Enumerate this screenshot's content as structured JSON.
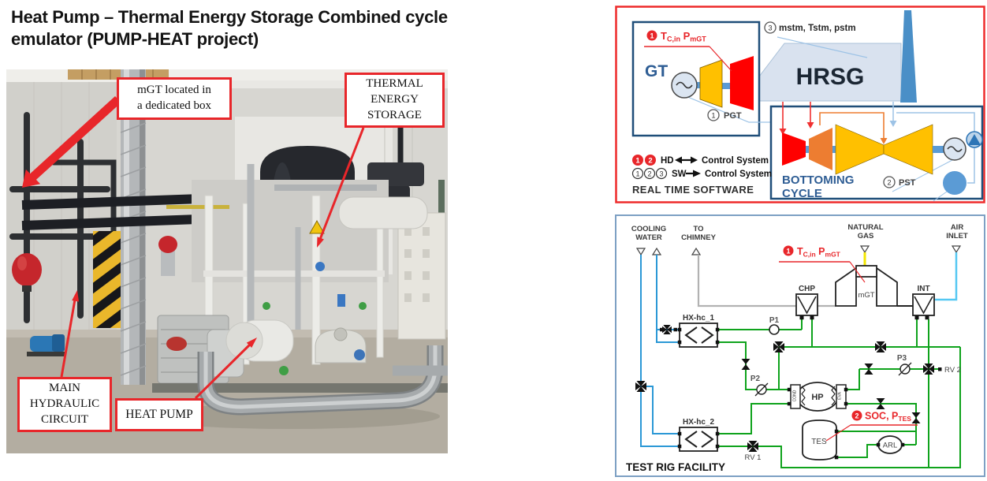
{
  "title": {
    "line1": "Heat Pump – Thermal Energy Storage  Combined cycle",
    "line2": "emulator (PUMP-HEAT project)"
  },
  "photo": {
    "callout_mgt_line1": "mGT located in",
    "callout_mgt_line2": "a dedicated box",
    "callout_tes_line1": "THERMAL",
    "callout_tes_line2": "ENERGY",
    "callout_tes_line3": "STORAGE",
    "callout_mhc_line1": "MAIN",
    "callout_mhc_line2": "HYDRAULIC",
    "callout_mhc_line3": "CIRCUIT",
    "callout_hp": "HEAT PUMP"
  },
  "rts": {
    "gt": "GT",
    "hrsg": "HRSG",
    "bottoming_line1": "BOTTOMING",
    "bottoming_line2": "CYCLE",
    "sensor1_num": "1",
    "sensor1_t": "T",
    "sensor1_t_sub": "C,in",
    "sensor1_p": " P",
    "sensor1_p_sub": "mGT",
    "pgt_num": "1",
    "pgt": "PGT",
    "pst_num": "2",
    "pst": "PST",
    "steam_num": "3",
    "steam": "mstm, Tstm, pstm",
    "legend_hd_n1": "1",
    "legend_hd_n2": "2",
    "legend_hd": "HD",
    "legend_hd_target": "Control System",
    "legend_sw_n1": "1",
    "legend_sw_n2": "2",
    "legend_sw_n3": "3",
    "legend_sw": "SW",
    "legend_sw_target": "Control System",
    "footer": "REAL TIME SOFTWARE"
  },
  "rig": {
    "title": "TEST RIG FACILITY",
    "cooling_water_line1": "COOLING",
    "cooling_water_line2": "WATER",
    "to_chimney_line1": "TO",
    "to_chimney_line2": "CHIMNEY",
    "natural_gas_line1": "NATURAL",
    "natural_gas_line2": "GAS",
    "air_inlet_line1": "AIR",
    "air_inlet_line2": "INLET",
    "chp": "CHP",
    "mgt": "mGT",
    "int": "INT",
    "hx1": "HX-hc_1",
    "hx2": "HX-hc_2",
    "p1": "P1",
    "p2": "P2",
    "p3": "P3",
    "rv1": "RV 1",
    "rv2": "RV 2",
    "hp": "HP",
    "cond": "COND",
    "eva": "EVA",
    "tes": "TES",
    "arl": "ARL",
    "sensor1_num": "1",
    "sensor1_t": "T",
    "sensor1_t_sub": "C,in",
    "sensor1_p": " P",
    "sensor1_p_sub": "mGT",
    "sensor2_num": "2",
    "sensor2_label": "SOC, P",
    "sensor2_sub": "TES"
  },
  "colors": {
    "annotation_red": "#e8262a",
    "navy": "#1f4e79",
    "green": "#0fa31c",
    "cooling_blue": "#2b98d6",
    "air_cyan": "#55c8f2",
    "flue_gray": "#b2b2b2",
    "gas_yellow": "#f2e600",
    "turbo_yellow": "#ffc000",
    "turbo_orange": "#ed7d31",
    "turbo_red": "#ff0000",
    "steel_blue": "#5b9bd5"
  }
}
